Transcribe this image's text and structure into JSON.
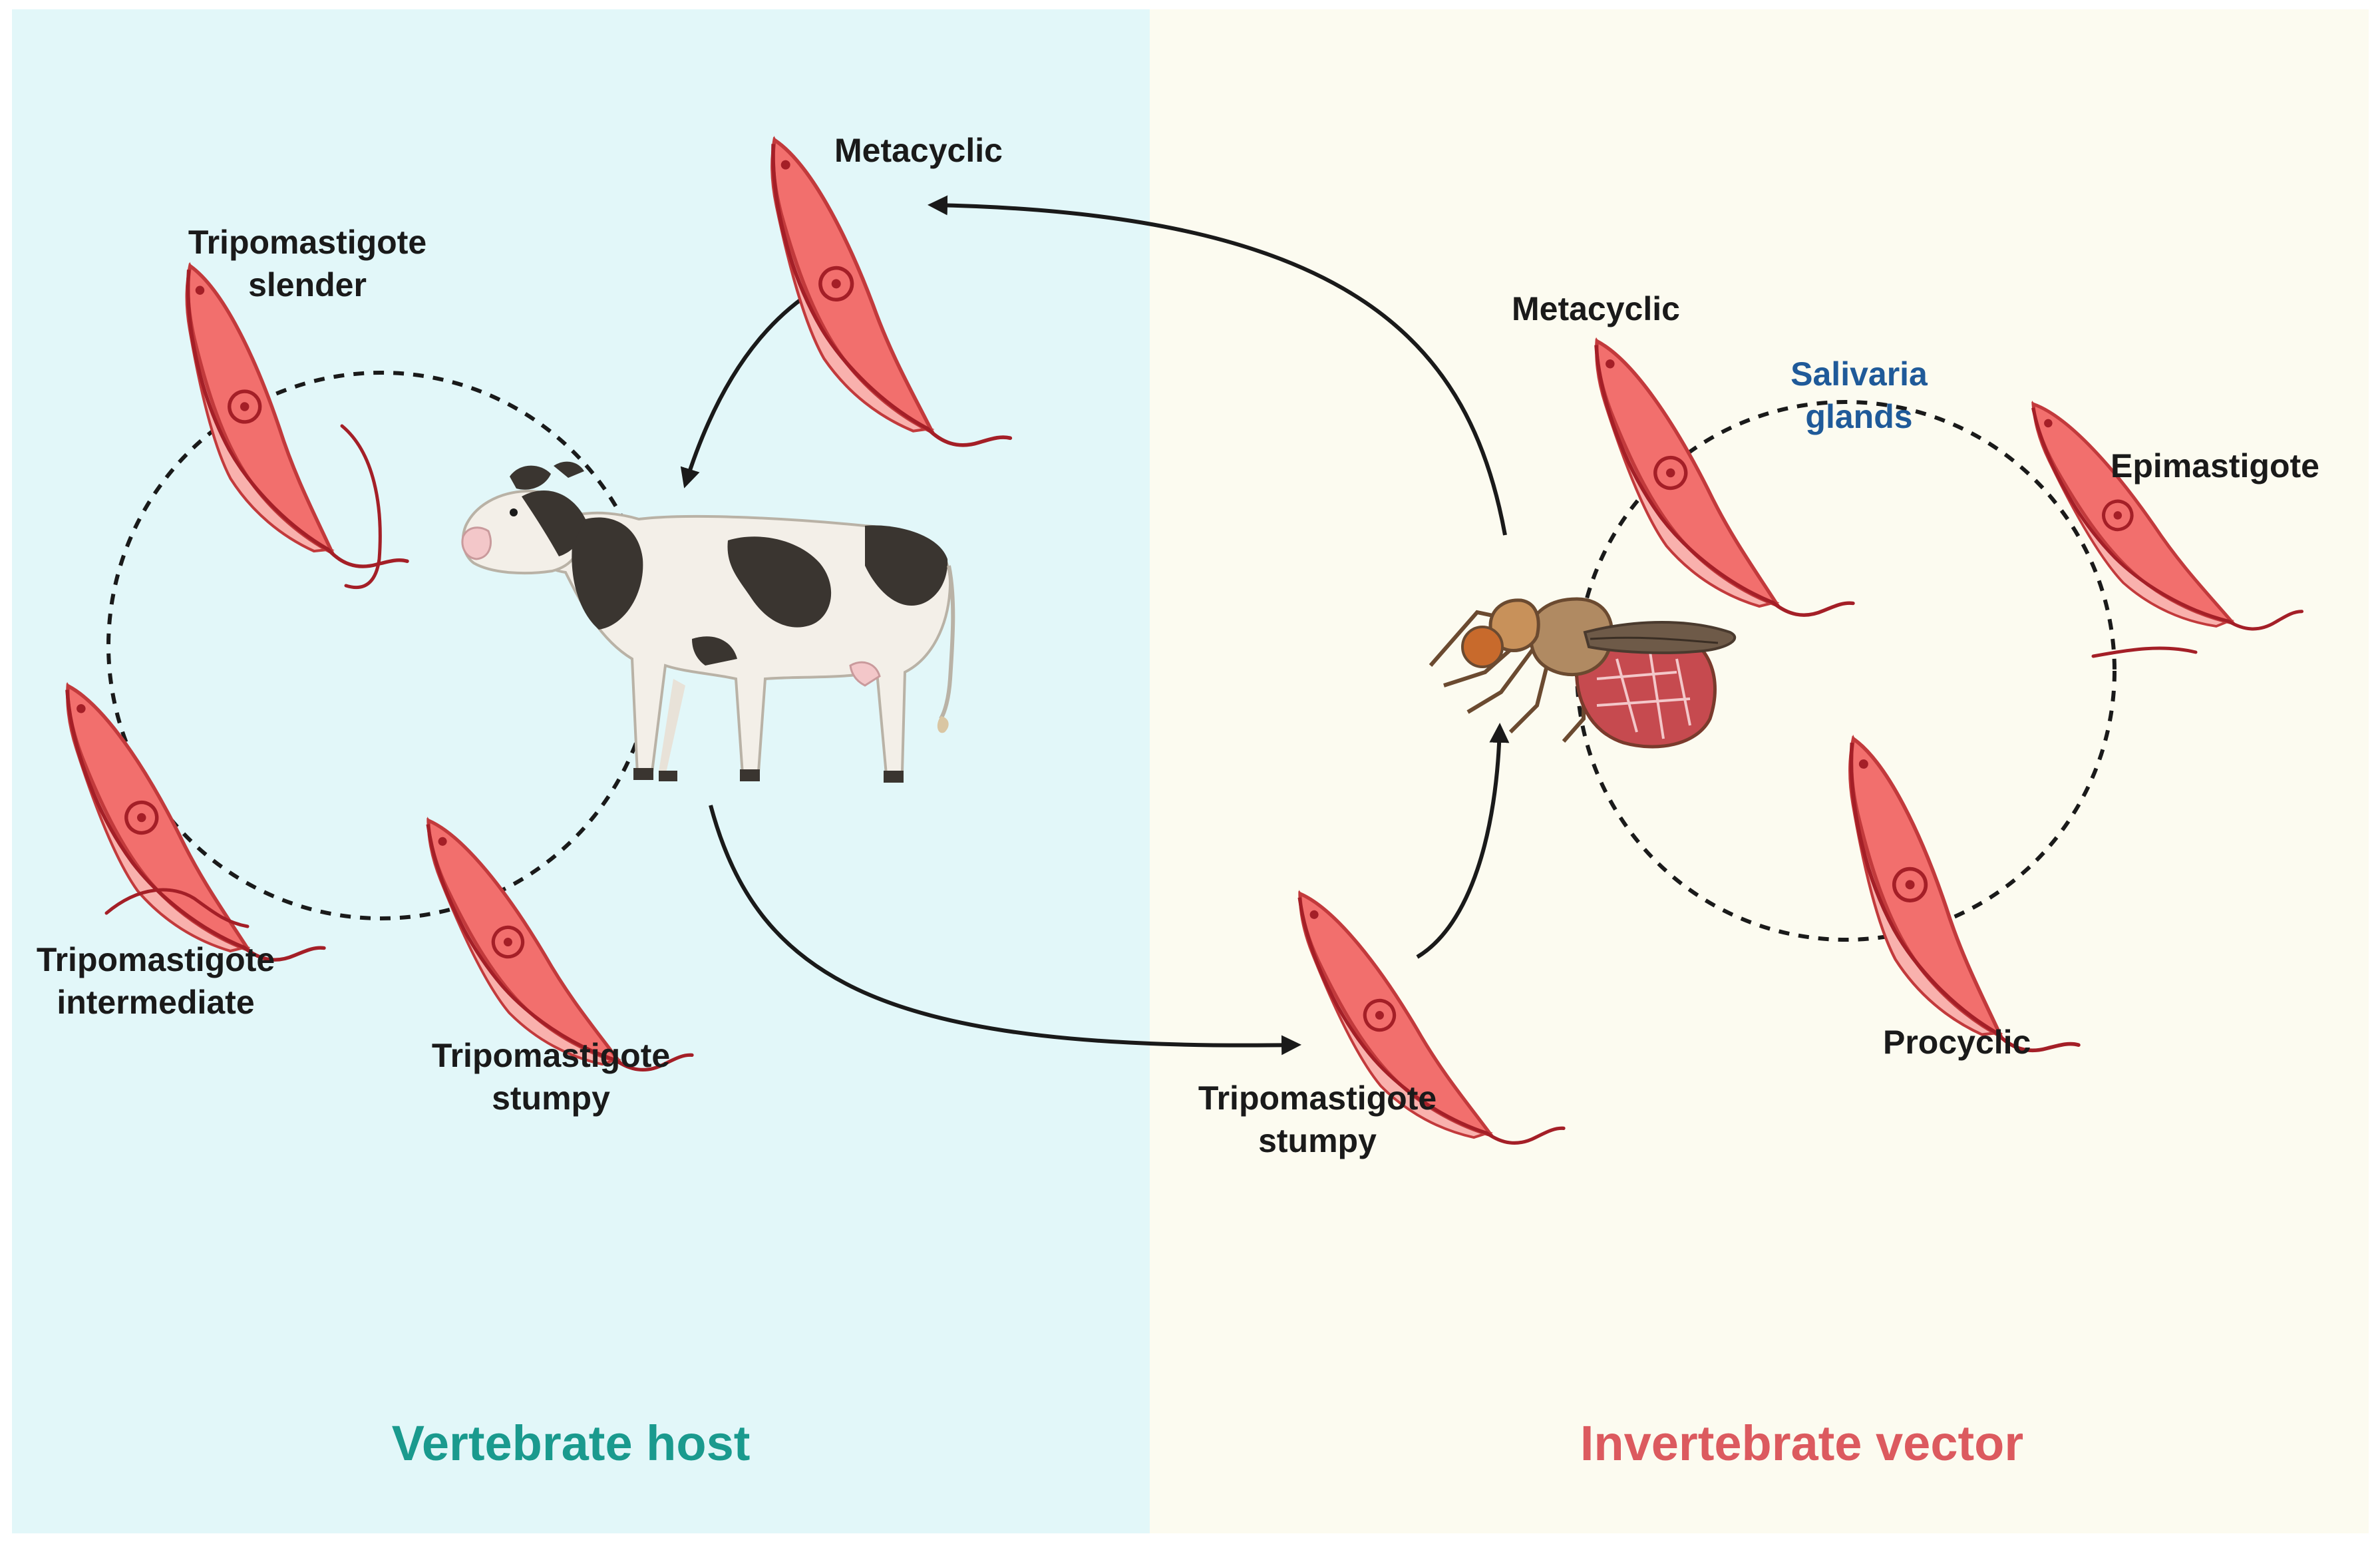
{
  "panels": {
    "left": {
      "title": "Vertebrate host",
      "bg_color": "#e2f7f9",
      "title_color": "#1a9a8e"
    },
    "right": {
      "title": "Invertebrate vector",
      "bg_color": "#fcfbf0",
      "title_color": "#dc5a5f"
    }
  },
  "labels": {
    "metacyclic_host": "Metacyclic",
    "slender": [
      "Tripomastigote",
      "slender"
    ],
    "intermediate": [
      "Tripomastigote",
      "intermediate"
    ],
    "stumpy_host": [
      "Tripomastigote",
      "stumpy"
    ],
    "stumpy_vector": [
      "Tripomastigote",
      "stumpy"
    ],
    "metacyclic_vector": "Metacyclic",
    "salivary": [
      "Salivaria",
      "glands"
    ],
    "epimastigote": "Epimastigote",
    "procyclic": "Procyclic"
  },
  "colors": {
    "parasite_body": "#f26f6d",
    "parasite_outline": "#c23a3c",
    "parasite_membrane": "#f9b1ad",
    "parasite_flagellum": "#a41f27",
    "arrow": "#1a1a1a",
    "salivary_label": "#1f5a99"
  }
}
